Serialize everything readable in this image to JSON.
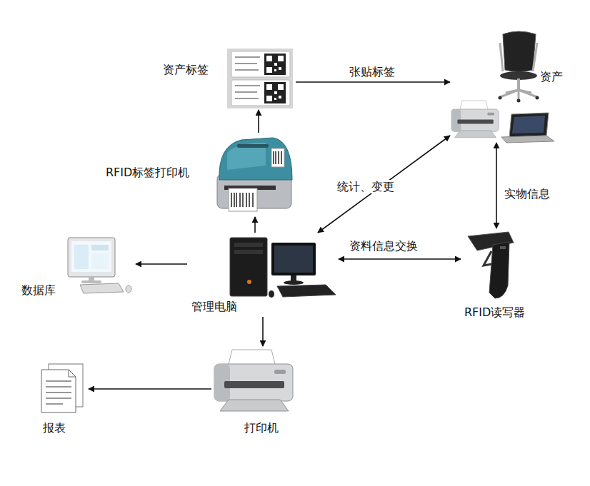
{
  "diagram": {
    "nodes": [
      {
        "text": [
          "资产标签"
        ]
      },
      {
        "text": [
          "资产"
        ]
      },
      {
        "text": [
          "RFID标签打印机"
        ]
      },
      {
        "text": [
          "数据库"
        ]
      },
      {
        "text": [
          "管理电脑"
        ]
      },
      {
        "text": [
          "RFID读写器"
        ]
      },
      {
        "text": [
          "报表"
        ]
      },
      {
        "text": [
          "打印机"
        ]
      }
    ],
    "edges": [
      {
        "from": 2,
        "to": 0,
        "arrow": "to"
      },
      {
        "from": 0,
        "to": 1,
        "label": "张贴标签",
        "arrow": "to"
      },
      {
        "from": 4,
        "to": 1,
        "label": "统计、变更",
        "arrow": "both"
      },
      {
        "from": 1,
        "to": 5,
        "label": "实物信息",
        "arrow": "both"
      },
      {
        "from": 4,
        "to": 5,
        "label": "资料信息交换",
        "arrow": "both"
      },
      {
        "from": 4,
        "to": 2,
        "arrow": "to"
      },
      {
        "from": 4,
        "to": 3,
        "arrow": "to"
      },
      {
        "from": 4,
        "to": 7,
        "arrow": "to"
      },
      {
        "from": 7,
        "to": 6,
        "arrow": "to"
      }
    ]
  }
}
